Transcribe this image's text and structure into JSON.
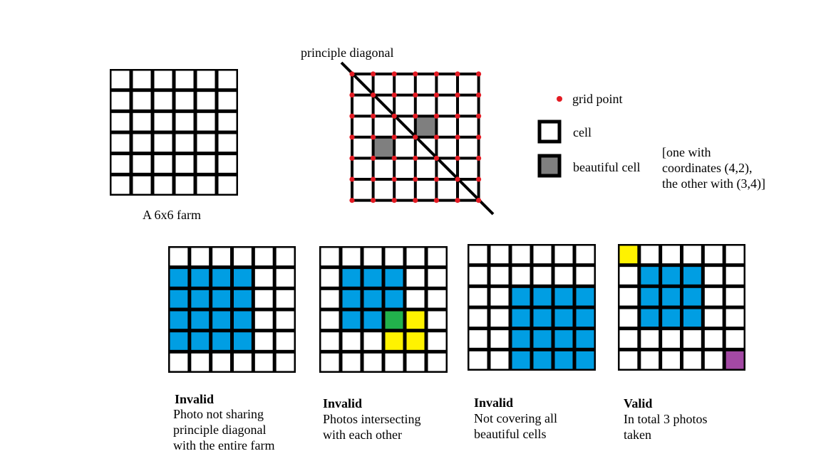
{
  "colors": {
    "grid": "#000000",
    "cell_fill": "#ffffff",
    "beautiful": "#7f7f7f",
    "grid_point": "#e31b23",
    "blue": "#009ee3",
    "green": "#22b14c",
    "yellow": "#fff200",
    "purple": "#a349a4"
  },
  "farm": {
    "label": "A 6x6 farm",
    "size": 6
  },
  "grid_diagram": {
    "diagonal_label": "principle diagonal",
    "beautiful_cells": [
      [
        4,
        2
      ],
      [
        3,
        4
      ]
    ]
  },
  "legend": {
    "grid_point": "grid point",
    "cell": "cell",
    "beautiful_cell": "beautiful cell",
    "note_lines": [
      "[one with",
      "coordinates (4,2),",
      "the other with (3,4)]"
    ]
  },
  "examples": [
    {
      "verdict": "Invalid",
      "desc": [
        "Photo not sharing",
        "principle diagonal",
        "with the entire farm"
      ],
      "fills": [
        {
          "r": 1,
          "c": 0,
          "color": "blue"
        },
        {
          "r": 1,
          "c": 1,
          "color": "blue"
        },
        {
          "r": 1,
          "c": 2,
          "color": "blue"
        },
        {
          "r": 1,
          "c": 3,
          "color": "blue"
        },
        {
          "r": 2,
          "c": 0,
          "color": "blue"
        },
        {
          "r": 2,
          "c": 1,
          "color": "blue"
        },
        {
          "r": 2,
          "c": 2,
          "color": "blue"
        },
        {
          "r": 2,
          "c": 3,
          "color": "blue"
        },
        {
          "r": 3,
          "c": 0,
          "color": "blue"
        },
        {
          "r": 3,
          "c": 1,
          "color": "blue"
        },
        {
          "r": 3,
          "c": 2,
          "color": "blue"
        },
        {
          "r": 3,
          "c": 3,
          "color": "blue"
        },
        {
          "r": 4,
          "c": 0,
          "color": "blue"
        },
        {
          "r": 4,
          "c": 1,
          "color": "blue"
        },
        {
          "r": 4,
          "c": 2,
          "color": "blue"
        },
        {
          "r": 4,
          "c": 3,
          "color": "blue"
        }
      ]
    },
    {
      "verdict": "Invalid",
      "desc": [
        "Photos intersecting",
        "with each other"
      ],
      "fills": [
        {
          "r": 1,
          "c": 1,
          "color": "blue"
        },
        {
          "r": 1,
          "c": 2,
          "color": "blue"
        },
        {
          "r": 1,
          "c": 3,
          "color": "blue"
        },
        {
          "r": 2,
          "c": 1,
          "color": "blue"
        },
        {
          "r": 2,
          "c": 2,
          "color": "blue"
        },
        {
          "r": 2,
          "c": 3,
          "color": "blue"
        },
        {
          "r": 3,
          "c": 1,
          "color": "blue"
        },
        {
          "r": 3,
          "c": 2,
          "color": "blue"
        },
        {
          "r": 3,
          "c": 3,
          "color": "green"
        },
        {
          "r": 3,
          "c": 4,
          "color": "yellow"
        },
        {
          "r": 4,
          "c": 3,
          "color": "yellow"
        },
        {
          "r": 4,
          "c": 4,
          "color": "yellow"
        }
      ]
    },
    {
      "verdict": "Invalid",
      "desc": [
        "Not covering all",
        "beautiful cells"
      ],
      "fills": [
        {
          "r": 2,
          "c": 2,
          "color": "blue"
        },
        {
          "r": 2,
          "c": 3,
          "color": "blue"
        },
        {
          "r": 2,
          "c": 4,
          "color": "blue"
        },
        {
          "r": 2,
          "c": 5,
          "color": "blue"
        },
        {
          "r": 3,
          "c": 2,
          "color": "blue"
        },
        {
          "r": 3,
          "c": 3,
          "color": "blue"
        },
        {
          "r": 3,
          "c": 4,
          "color": "blue"
        },
        {
          "r": 3,
          "c": 5,
          "color": "blue"
        },
        {
          "r": 4,
          "c": 2,
          "color": "blue"
        },
        {
          "r": 4,
          "c": 3,
          "color": "blue"
        },
        {
          "r": 4,
          "c": 4,
          "color": "blue"
        },
        {
          "r": 4,
          "c": 5,
          "color": "blue"
        },
        {
          "r": 5,
          "c": 2,
          "color": "blue"
        },
        {
          "r": 5,
          "c": 3,
          "color": "blue"
        },
        {
          "r": 5,
          "c": 4,
          "color": "blue"
        },
        {
          "r": 5,
          "c": 5,
          "color": "blue"
        }
      ]
    },
    {
      "verdict": "Valid",
      "desc": [
        "In total 3 photos",
        "taken"
      ],
      "fills": [
        {
          "r": 0,
          "c": 0,
          "color": "yellow"
        },
        {
          "r": 1,
          "c": 1,
          "color": "blue"
        },
        {
          "r": 1,
          "c": 2,
          "color": "blue"
        },
        {
          "r": 1,
          "c": 3,
          "color": "blue"
        },
        {
          "r": 2,
          "c": 1,
          "color": "blue"
        },
        {
          "r": 2,
          "c": 2,
          "color": "blue"
        },
        {
          "r": 2,
          "c": 3,
          "color": "blue"
        },
        {
          "r": 3,
          "c": 1,
          "color": "blue"
        },
        {
          "r": 3,
          "c": 2,
          "color": "blue"
        },
        {
          "r": 3,
          "c": 3,
          "color": "blue"
        },
        {
          "r": 5,
          "c": 5,
          "color": "purple"
        }
      ]
    }
  ]
}
